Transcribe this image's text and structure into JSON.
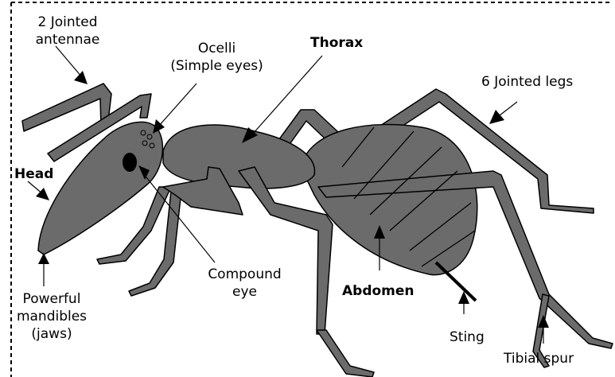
{
  "colors": {
    "body_fill": "#6b6b6b",
    "outline": "#000000",
    "background": "#ffffff"
  },
  "labels": {
    "antennae": [
      "2 Jointed",
      "antennae"
    ],
    "ocelli": [
      "Ocelli",
      "(Simple eyes)"
    ],
    "thorax": "Thorax",
    "legs": "6 Jointed legs",
    "head": "Head",
    "mandibles": [
      "Powerful",
      "mandibles",
      "(jaws)"
    ],
    "compound_eye": [
      "Compound",
      "eye"
    ],
    "abdomen": "Abdomen",
    "sting": "Sting",
    "tibial_spur": "Tibial spur"
  }
}
